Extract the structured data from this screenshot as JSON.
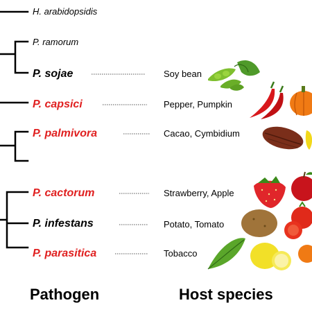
{
  "pathogens": [
    {
      "name": "H. arabidopsidis",
      "emphasis": false,
      "color": "#000000"
    },
    {
      "name": "P. ramorum",
      "emphasis": false,
      "color": "#000000"
    },
    {
      "name": "P. sojae",
      "emphasis": true,
      "color": "#000000",
      "host": "Soy bean"
    },
    {
      "name": "P. capsici",
      "emphasis": true,
      "color": "#e02020",
      "host": "Pepper, Pumpkin"
    },
    {
      "name": "P. palmivora",
      "emphasis": true,
      "color": "#e02020",
      "host": "Cacao, Cymbidium"
    },
    {
      "name": "P. cactorum",
      "emphasis": true,
      "color": "#e02020",
      "host": "Strawberry, Apple"
    },
    {
      "name": "P. infestans",
      "emphasis": true,
      "color": "#000000",
      "host": "Potato, Tomato"
    },
    {
      "name": "P. parasitica",
      "emphasis": true,
      "color": "#e02020",
      "host": "Tobacco"
    }
  ],
  "footer": {
    "pathogen": "Pathogen",
    "host": "Host species"
  },
  "images": [
    "soybean-pods",
    "chili-peppers",
    "pumpkin",
    "cacao-pod",
    "cymbidium-flower",
    "strawberry",
    "apple",
    "potato",
    "tomatoes",
    "tobacco-leaf",
    "lemons"
  ]
}
